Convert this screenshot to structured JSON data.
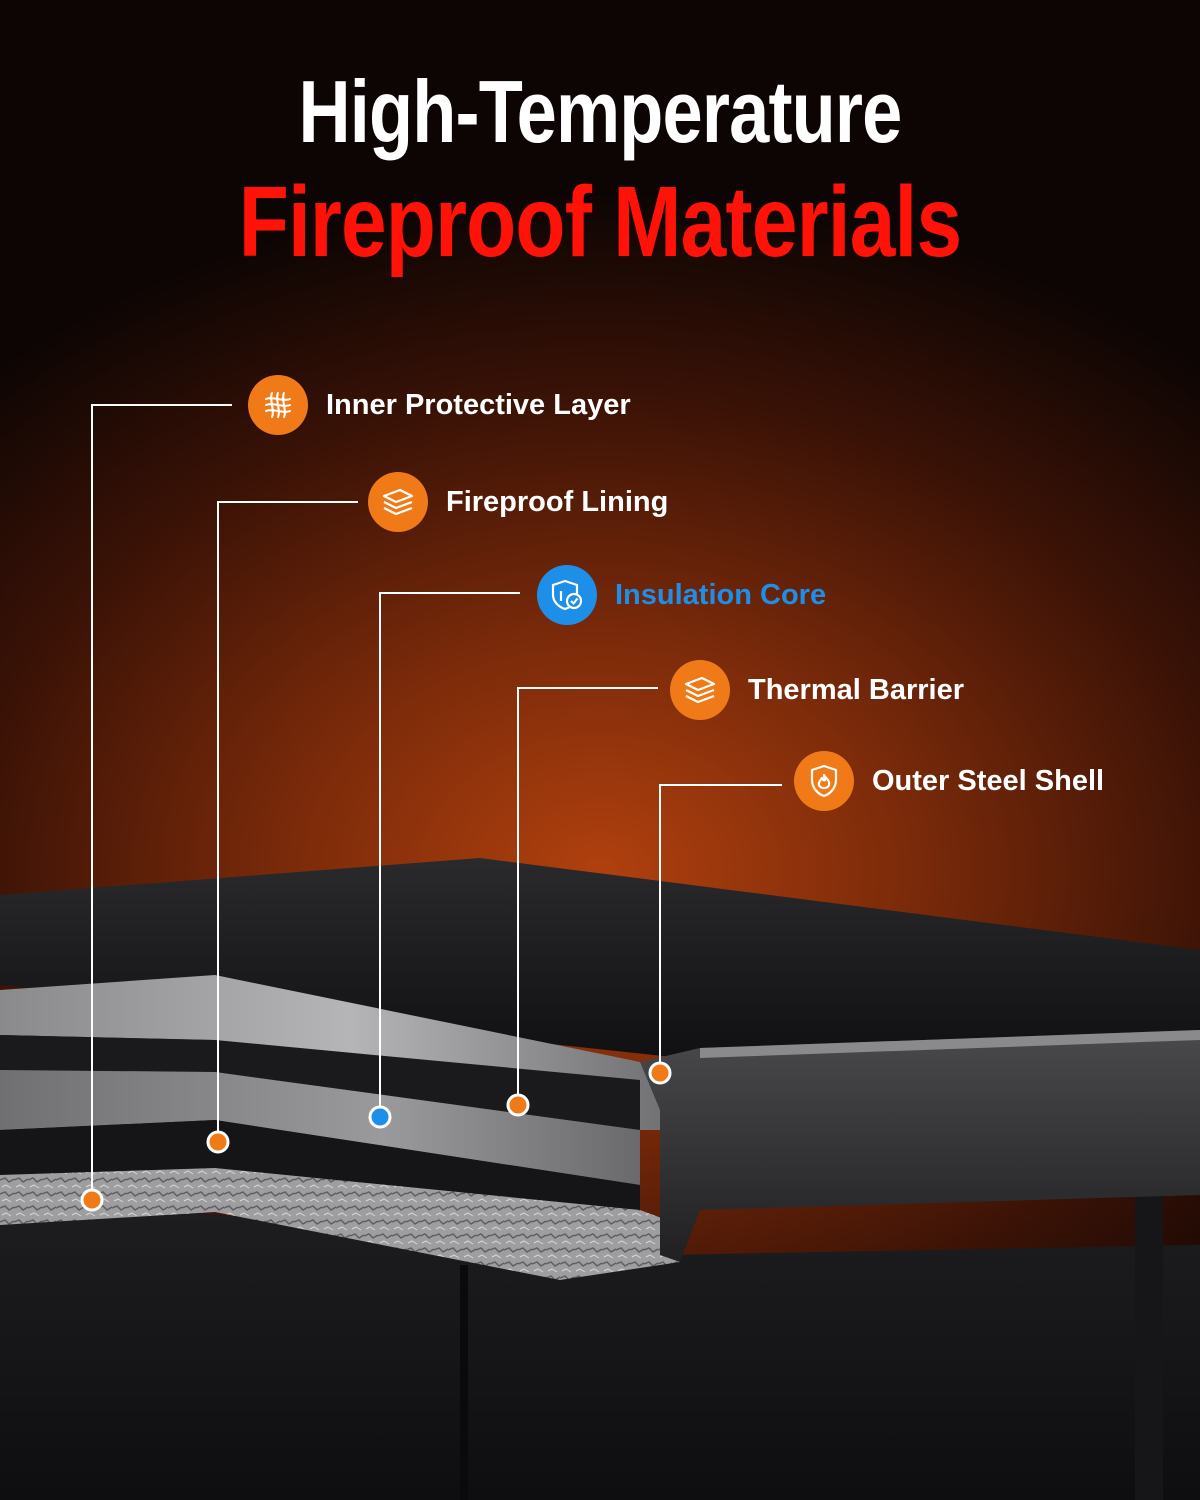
{
  "title": {
    "line1": "High-Temperature",
    "line2": "Fireproof Materials"
  },
  "layers": [
    {
      "label": "Inner Protective Layer",
      "icon": "mesh-icon",
      "badge_color": "#f07a18",
      "text_color": "#ffffff",
      "marker_color": "#f07a18"
    },
    {
      "label": "Fireproof Lining",
      "icon": "layers-icon",
      "badge_color": "#f07a18",
      "text_color": "#ffffff",
      "marker_color": "#f07a18"
    },
    {
      "label": "Insulation Core",
      "icon": "shield-check-icon",
      "badge_color": "#1d8fe8",
      "text_color": "#1d8fe8",
      "marker_color": "#1d8fe8"
    },
    {
      "label": "Thermal Barrier",
      "icon": "layers-icon",
      "badge_color": "#f07a18",
      "text_color": "#ffffff",
      "marker_color": "#f07a18"
    },
    {
      "label": "Outer Steel Shell",
      "icon": "fire-shield-icon",
      "badge_color": "#f07a18",
      "text_color": "#ffffff",
      "marker_color": "#f07a18"
    }
  ],
  "colors": {
    "accent_orange": "#f07a18",
    "accent_blue": "#1d8fe8",
    "title_red": "#ff1208",
    "background_glow": "#b0400e"
  }
}
